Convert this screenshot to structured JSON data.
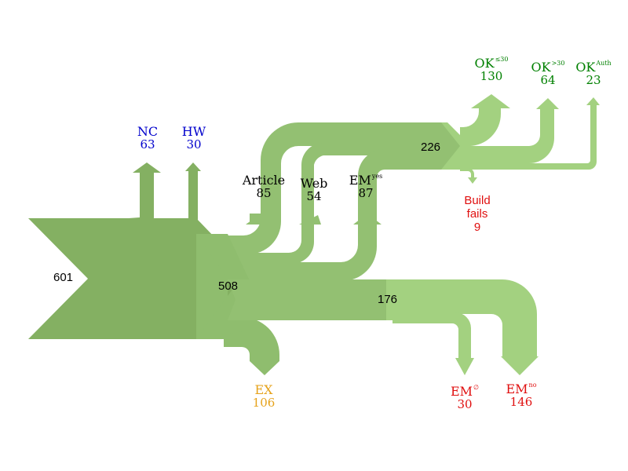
{
  "colors": {
    "main": "#84b062",
    "mid": "#8fbd6e",
    "branch": "#93c072",
    "light": "#a3d180",
    "blue": "#0000cc",
    "orange": "#e6a21a",
    "green": "#008000",
    "red": "#e01010",
    "black": "#000000"
  },
  "nodes": {
    "n601": "601",
    "n508": "508",
    "n226": "226",
    "n176": "176"
  },
  "labels": {
    "nc": {
      "name": "NC",
      "value": "63"
    },
    "hw": {
      "name": "HW",
      "value": "30"
    },
    "article": {
      "name": "Article",
      "value": "85"
    },
    "web": {
      "name": "Web",
      "value": "54"
    },
    "emyes": {
      "name": "EM",
      "sup": "yes",
      "value": "87"
    },
    "ex": {
      "name": "EX",
      "value": "106"
    },
    "ok30": {
      "name": "OK",
      "sup": "≤30",
      "value": "130"
    },
    "okgt30": {
      "name": "OK",
      "sup": ">30",
      "value": "64"
    },
    "okauth": {
      "name": "OK",
      "sup": "Auth",
      "value": "23"
    },
    "build": {
      "line1": "Build",
      "line2": "fails",
      "value": "9"
    },
    "em0": {
      "name": "EM",
      "sup": "∅",
      "value": "30"
    },
    "emno": {
      "name": "EM",
      "sup": "no",
      "value": "146"
    }
  }
}
